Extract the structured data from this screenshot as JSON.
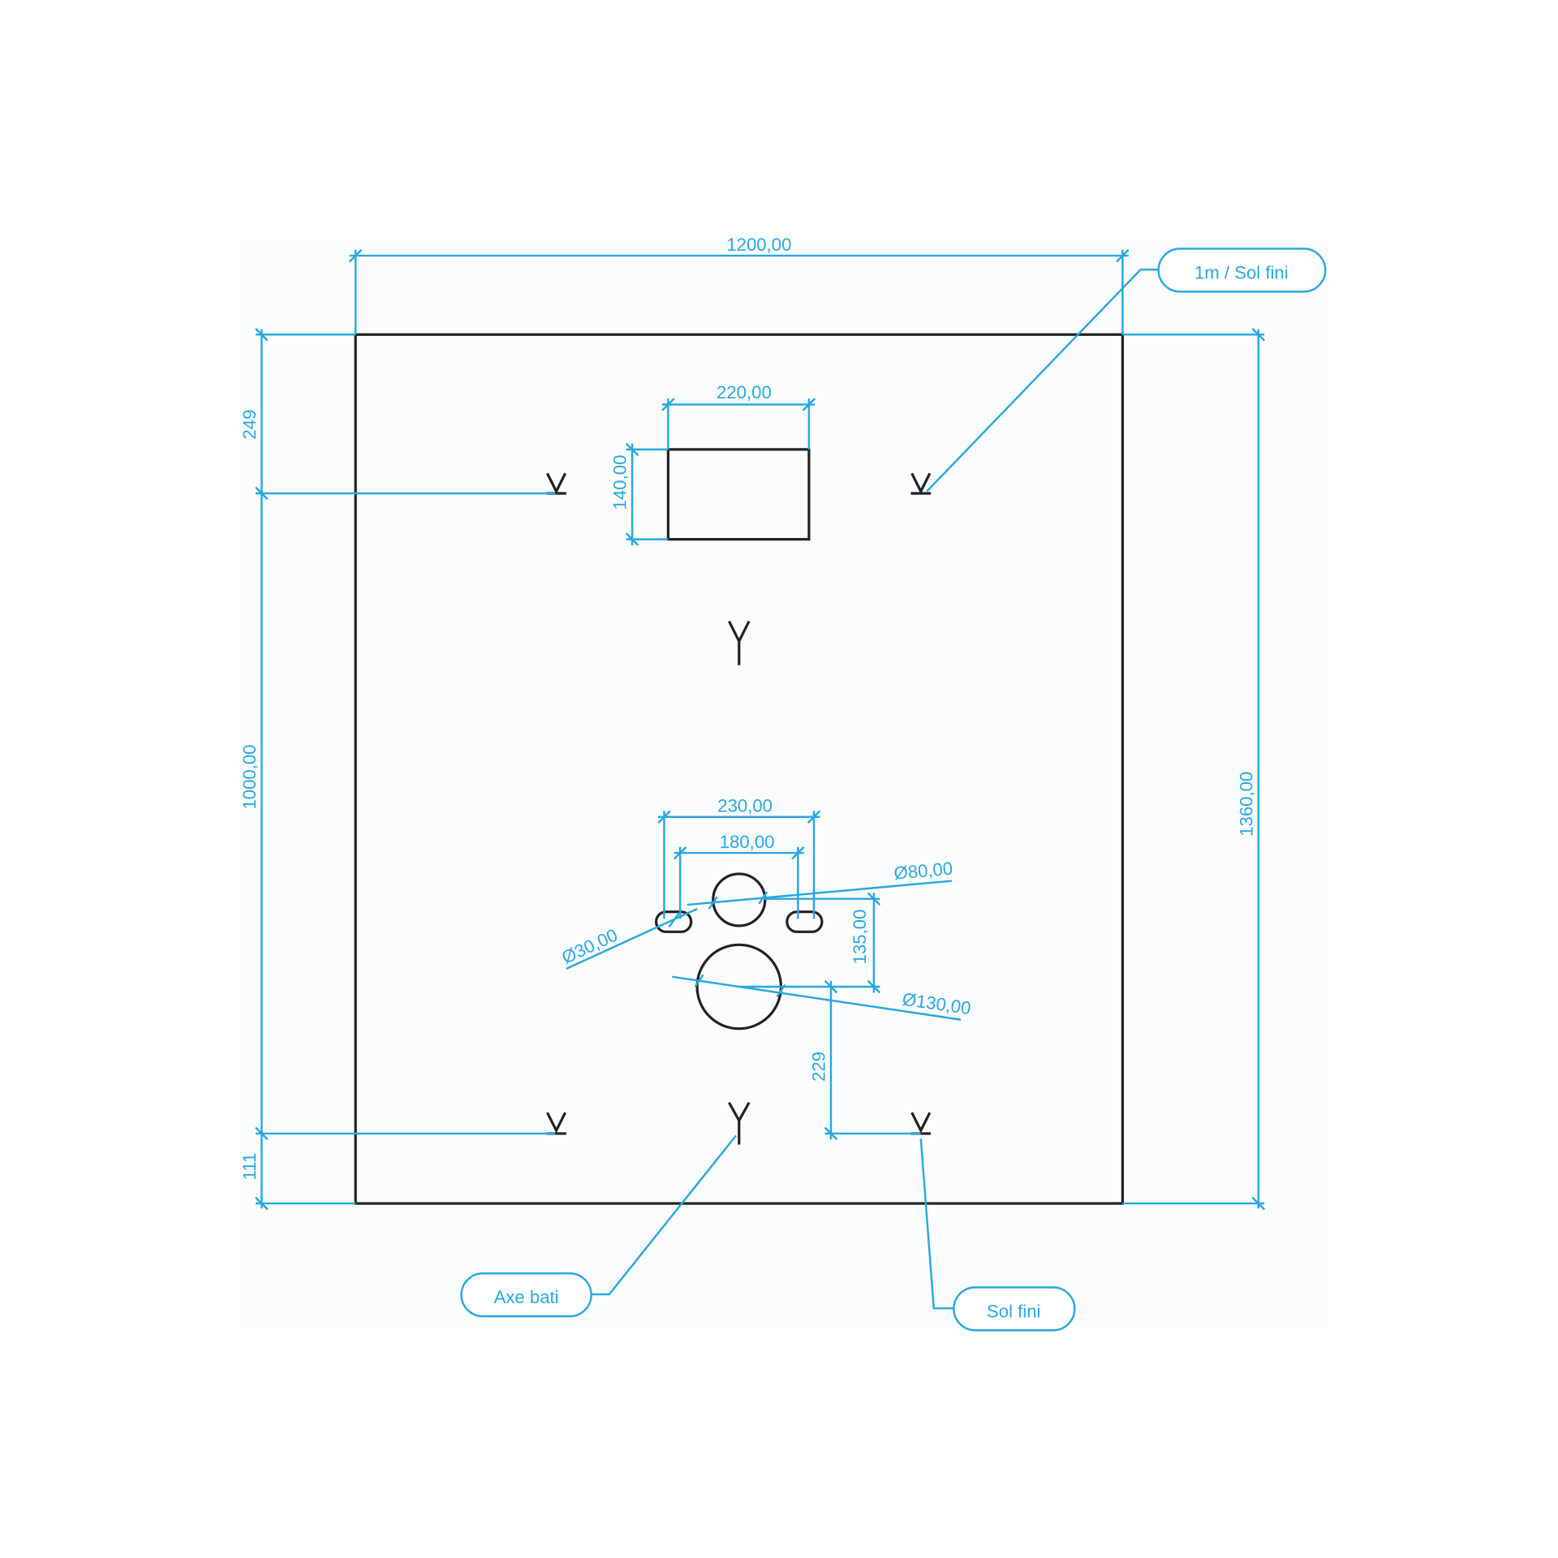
{
  "drawing": {
    "dimensions": {
      "width_total": "1200,00",
      "height_total": "1360,00",
      "top_offset": "249",
      "span_vertical": "1000,00",
      "bottom_offset": "111",
      "box_width": "220,00",
      "box_height": "140,00",
      "outer_spacing": "230,00",
      "inner_spacing": "180,00",
      "diam_small": "Ø80,00",
      "diam_slot": "Ø30,00",
      "spacing_circles": "135,00",
      "diam_large": "Ø130,00",
      "height_drain": "229"
    },
    "callouts": {
      "top_right": "1m / Sol fini",
      "bottom_left": "Axe bati",
      "bottom_right": "Sol fini"
    },
    "colors": {
      "dimension": "#29a8e0",
      "outline": "#222222"
    }
  }
}
